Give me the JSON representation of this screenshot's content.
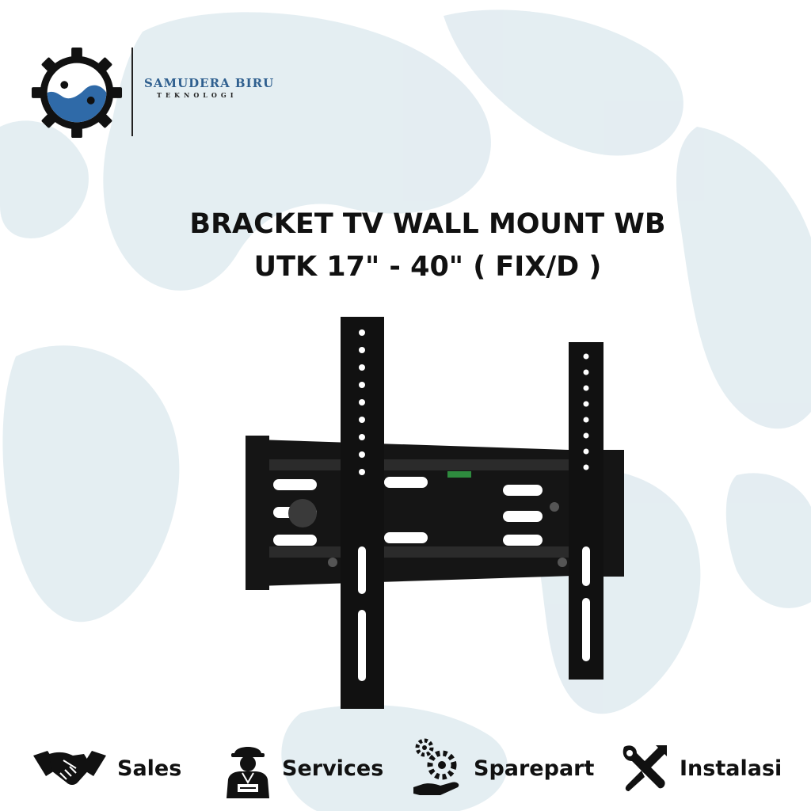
{
  "brand": {
    "name": "SAMUDERA BIRU",
    "subtitle": "TEKNOLOGI",
    "colors": {
      "primary_blue": "#2f6aa8",
      "dark": "#111111"
    }
  },
  "product": {
    "title_line1": "BRACKET TV WALL MOUNT WB",
    "title_line2": "UTK 17\" - 40\" ( FIX/D )"
  },
  "services": [
    {
      "label": "Sales",
      "icon": "handshake-icon"
    },
    {
      "label": "Services",
      "icon": "technician-icon"
    },
    {
      "label": "Sparepart",
      "icon": "gears-hand-icon"
    },
    {
      "label": "Instalasi",
      "icon": "tools-icon"
    }
  ],
  "background": {
    "color": "#dce9ef",
    "icon": "world-map"
  }
}
